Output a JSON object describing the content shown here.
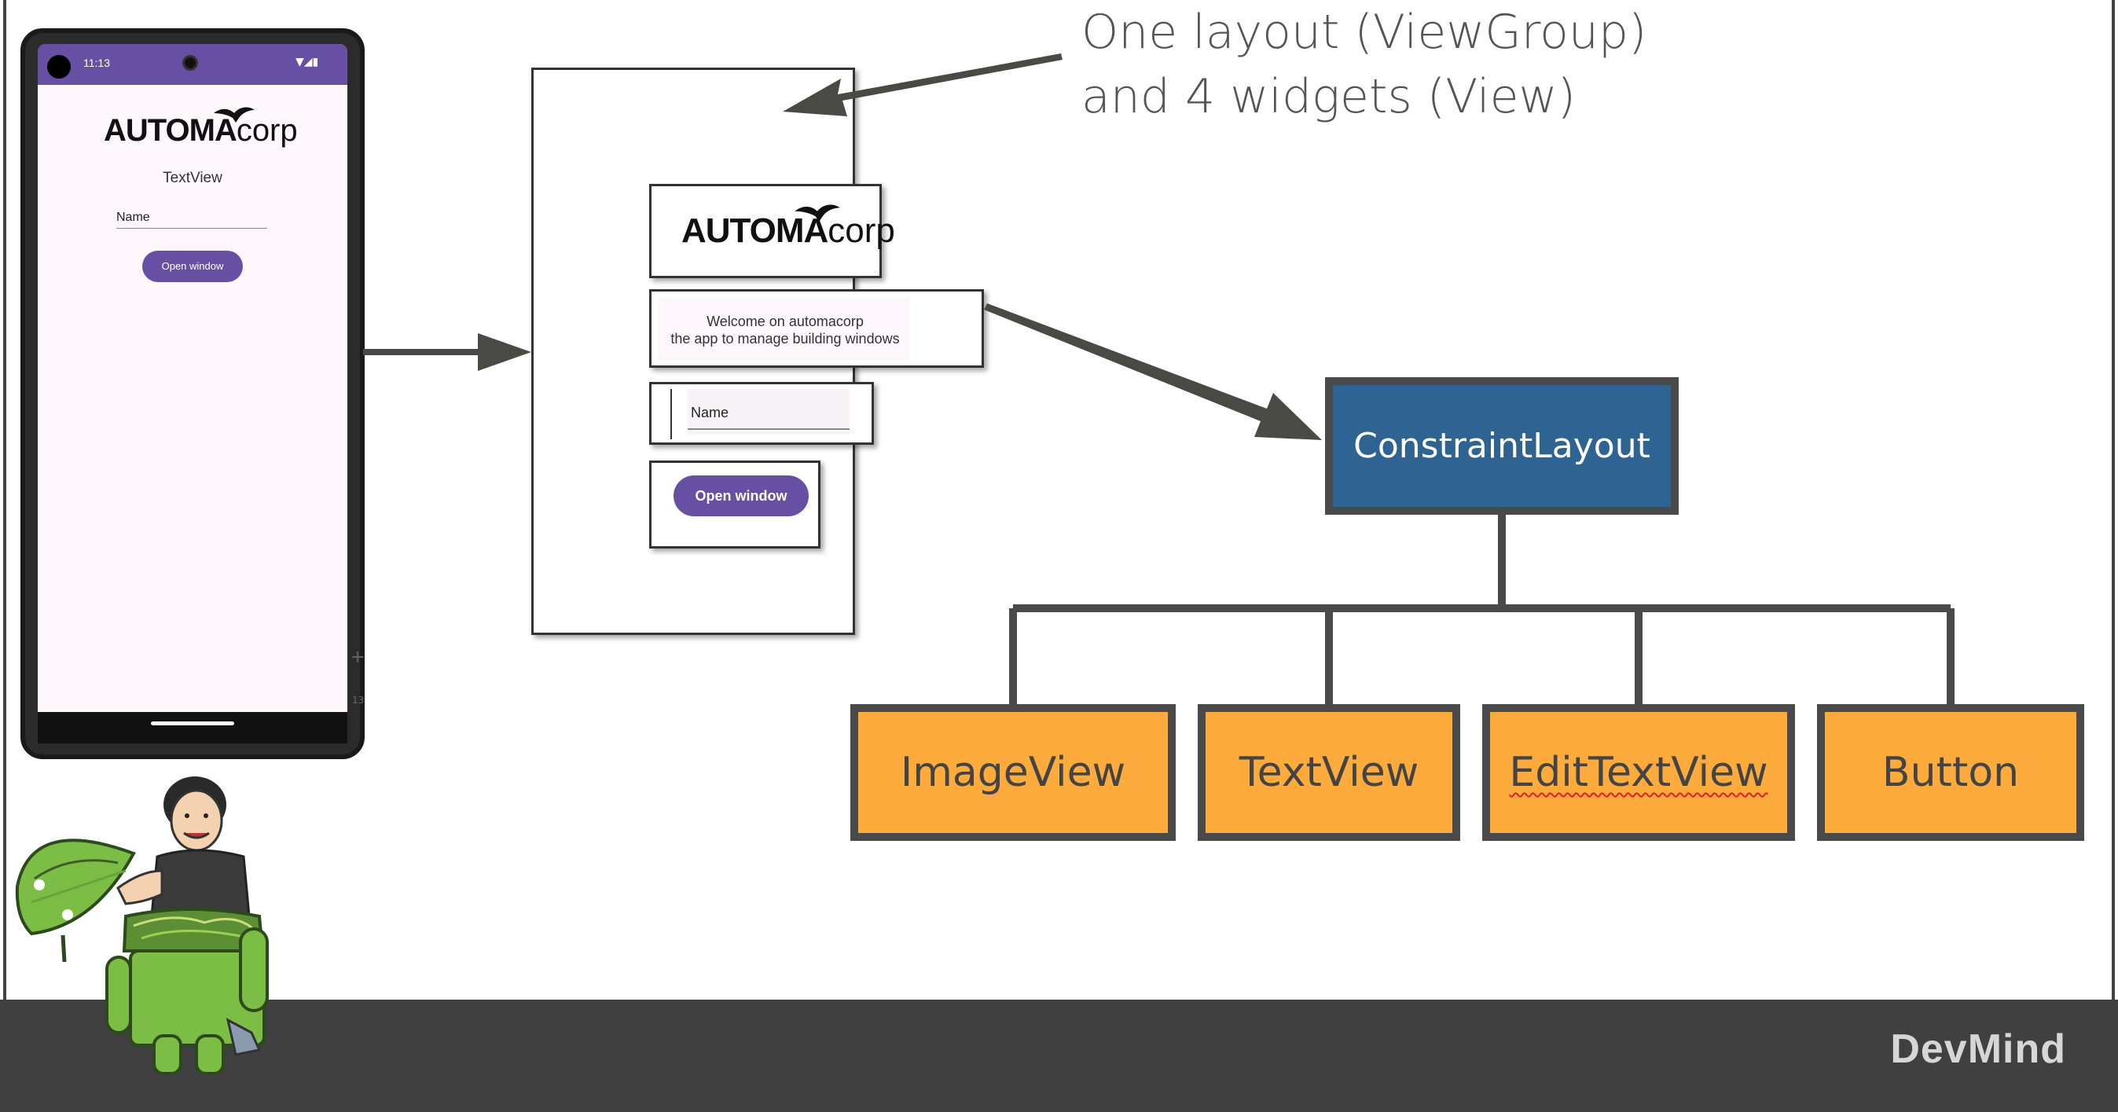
{
  "title": {
    "line1": "One layout (ViewGroup)",
    "line2": "and 4 widgets (View)"
  },
  "phone": {
    "time": "11:13",
    "logo_strong": "AUTOMA",
    "logo_light": "corp",
    "textview_label": "TextView",
    "edit_hint": "Name",
    "button_label": "Open window",
    "side_plus": "+",
    "side_number": "13"
  },
  "layout_mock": {
    "logo_strong": "AUTOMA",
    "logo_light": "corp",
    "welcome_line1": "Welcome on automacorp",
    "welcome_line2": "the app to manage building windows",
    "edit_hint": "Name",
    "button_label": "Open window"
  },
  "tree": {
    "root": "ConstraintLayout",
    "children": [
      "ImageView",
      "TextView",
      "EditTextView",
      "Button"
    ]
  },
  "footer": {
    "brand": "DevMind"
  },
  "colors": {
    "root_node": "#2f6391",
    "leaf_node": "#fdab3d",
    "connector": "#4a4a4a",
    "android_primary": "#6750a4",
    "footer_bar": "#404040",
    "arrow": "#4a4a44"
  }
}
